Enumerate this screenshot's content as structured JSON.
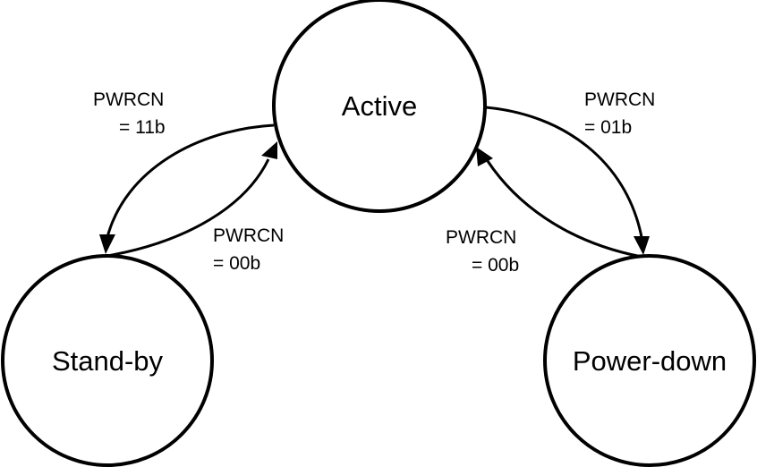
{
  "states": {
    "active": "Active",
    "standby": "Stand-by",
    "powerdown": "Power-down"
  },
  "transitions": {
    "active_to_standby": {
      "line1": "PWRCN",
      "line2": "= 11b"
    },
    "standby_to_active": {
      "line1": "PWRCN",
      "line2": "= 00b"
    },
    "active_to_powerdown": {
      "line1": "PWRCN",
      "line2": "= 01b"
    },
    "powerdown_to_active": {
      "line1": "PWRCN",
      "line2": "= 00b"
    }
  }
}
